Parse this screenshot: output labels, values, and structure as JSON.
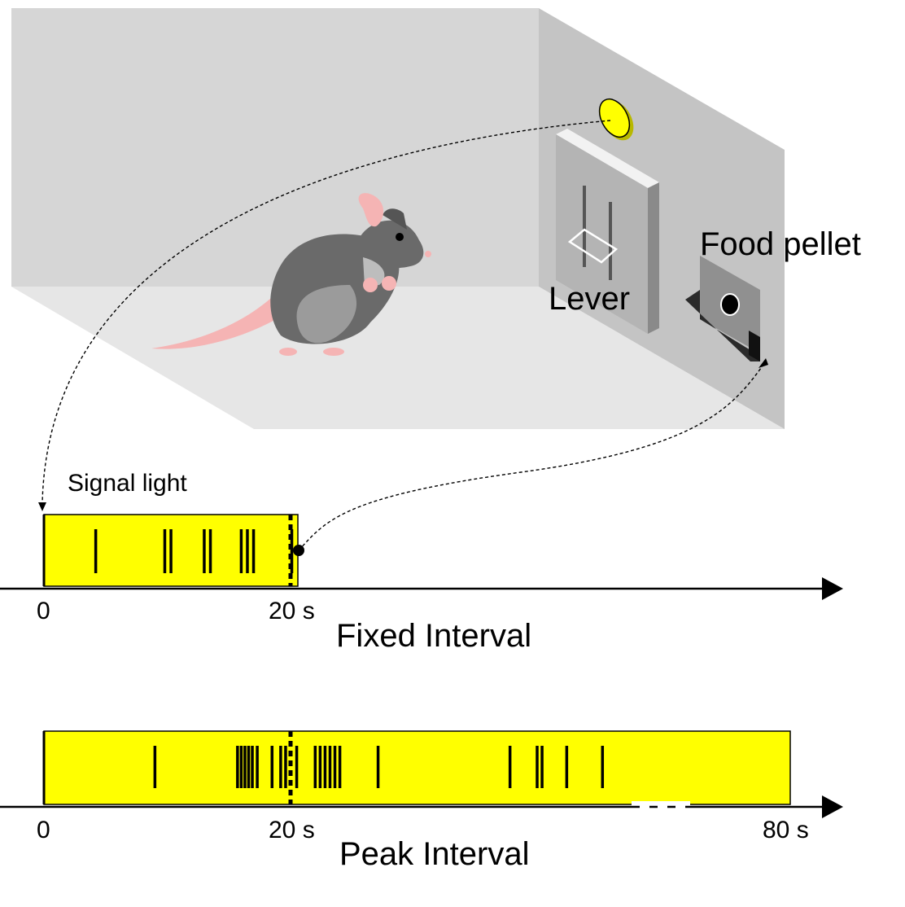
{
  "labels": {
    "signal_light": "Signal light",
    "lever": "Lever",
    "food_pellet": "Food pellet"
  },
  "fixed_interval": {
    "title": "Fixed Interval",
    "tick_start": "0",
    "tick_mid": "20 s",
    "window_end_s": 20,
    "criterion_s": 20,
    "responses_s": [
      4.2,
      9.8,
      10.3,
      13.0,
      13.5,
      16.0,
      16.5,
      17.0,
      20.1
    ]
  },
  "peak_interval": {
    "title": "Peak Interval",
    "tick_start": "0",
    "tick_mid": "20 s",
    "tick_end": "80 s",
    "window_end_s": 80,
    "criterion_s": 20,
    "responses_s": [
      9.0,
      15.7,
      16.0,
      16.3,
      16.6,
      16.9,
      17.3,
      18.5,
      19.2,
      19.6,
      20.5,
      22.0,
      22.4,
      22.8,
      23.2,
      23.6,
      24.0,
      27.1,
      37.8,
      40.0,
      40.4,
      42.4,
      45.3
    ]
  },
  "colors": {
    "signal": "#ffff00",
    "wall_back": "#d6d6d6",
    "wall_side": "#c4c4c4",
    "floor": "#e6e6e6"
  }
}
